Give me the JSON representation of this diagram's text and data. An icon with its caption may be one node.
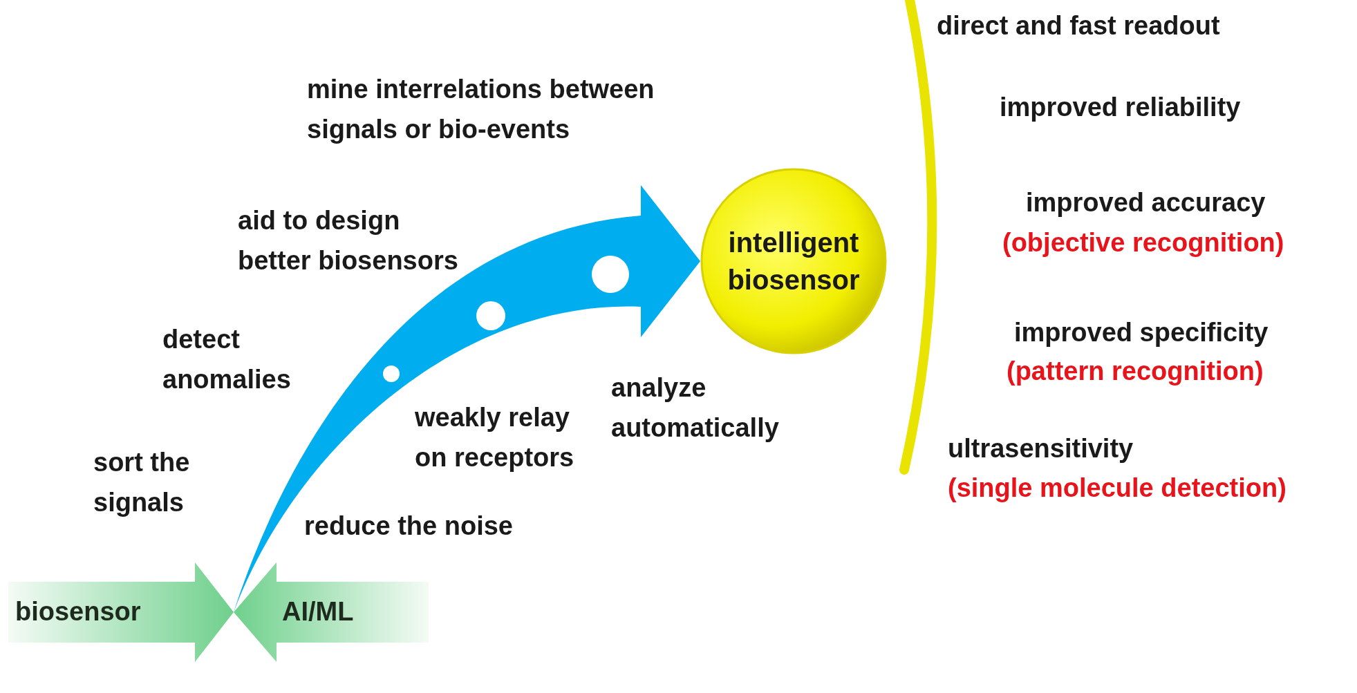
{
  "diagram": {
    "nodes": [
      {
        "text": [
          "biosensor"
        ]
      },
      {
        "text": [
          "AI/ML"
        ]
      },
      {
        "text": [
          "intelligent biosensor"
        ]
      }
    ],
    "edges": [
      {
        "from": 0,
        "to": 2,
        "arrow": "to"
      },
      {
        "from": 1,
        "to": 2,
        "arrow": "to"
      }
    ],
    "labels": [
      "direct and fast readout",
      "mine interrelations between signals or bio-events",
      "improved reliability",
      "aid to design better biosensors",
      "improved accuracy",
      "(objective recognition)",
      "detect anomalies",
      "improved specificity",
      "(pattern recognition)",
      "weakly relay on receptors",
      "analyze automatically",
      "sort the signals",
      "ultrasensitivity",
      "(single molecule detection)",
      "reduce the noise"
    ]
  }
}
